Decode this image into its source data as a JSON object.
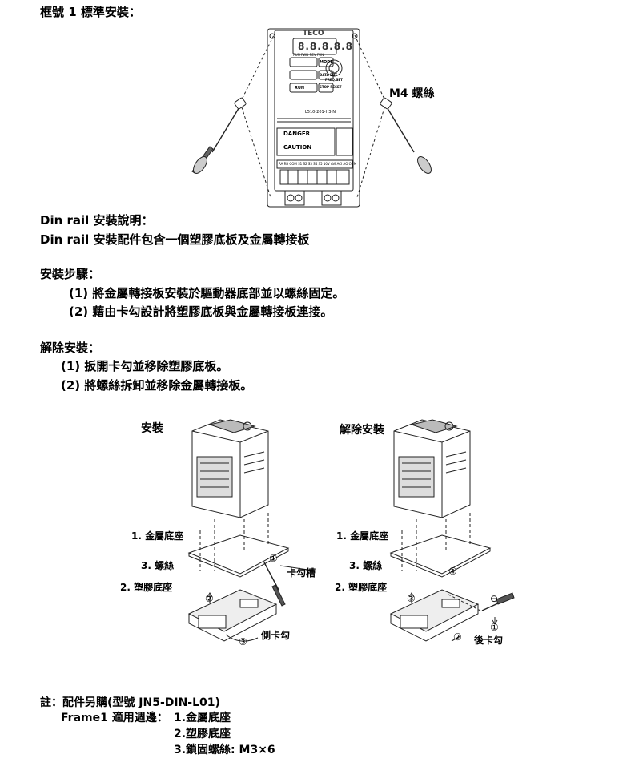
{
  "section_title": "框號 1 標準安裝：",
  "figure1": {
    "screw_label": "M4 螺絲",
    "brand": "TECO",
    "display": "8.8.8.8.8",
    "indicators": "RUN FWD REV FUN",
    "key_mode": "MODE",
    "key_ent": "DATA ENT",
    "key_freq": "FREQ.SET",
    "key_run": "RUN",
    "key_stop": "STOP RESET",
    "model": "L510-201-H3-N",
    "danger": "DANGER",
    "caution": "CAUTION",
    "terminals": "RA RB COM S1 S2 S3 S4 S5 10V AVI ACI AO COM"
  },
  "din": {
    "title": "Din rail 安裝說明：",
    "desc": "Din rail 安裝配件包含一個塑膠底板及金屬轉接板"
  },
  "install": {
    "title": "安裝步驟：",
    "steps": [
      "(1) 將金屬轉接板安裝於驅動器底部並以螺絲固定。",
      "(2) 藉由卡勾設計將塑膠底板與金屬轉接板連接。"
    ]
  },
  "remove": {
    "title": "解除安裝：",
    "steps": [
      "(1) 扳開卡勾並移除塑膠底板。",
      "(2) 將螺絲拆卸並移除金屬轉接板。"
    ]
  },
  "diagram_left": {
    "title": "安裝",
    "metal_base": "1. 金屬底座",
    "screw": "3. 螺絲",
    "plastic_base": "2. 塑膠底座",
    "slot": "卡勾槽",
    "side_hook": "側卡勾",
    "step_marks": [
      "①",
      "②",
      "③"
    ]
  },
  "diagram_right": {
    "title": "解除安裝",
    "metal_base": "1. 金屬底座",
    "screw": "3. 螺絲",
    "plastic_base": "2. 塑膠底座",
    "rear_hook": "後卡勾",
    "step_marks": [
      "④",
      "③",
      "①",
      "②",
      "⊖"
    ]
  },
  "note": {
    "line1": "註：配件另購(型號  JN5-DIN-L01)",
    "line2_label": "Frame1 適用週邊：",
    "items": [
      "1.金屬底座",
      "2.塑膠底座",
      "3.鎖固螺絲: M3×6"
    ]
  }
}
